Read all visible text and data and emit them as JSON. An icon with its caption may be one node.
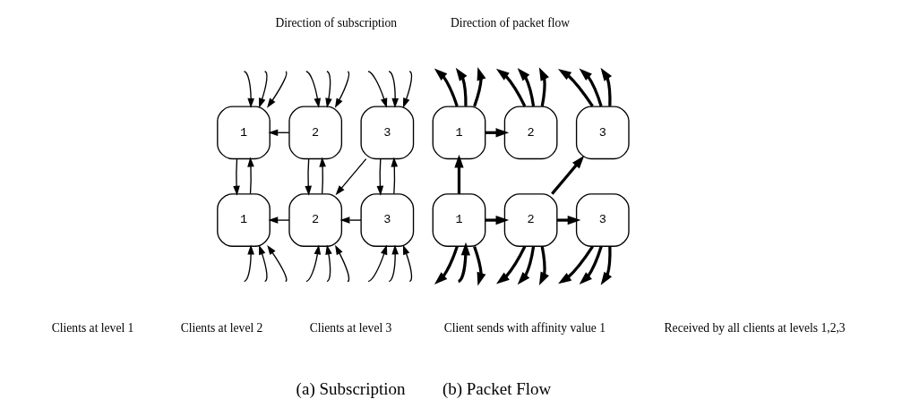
{
  "diagram": {
    "nodes": [
      {
        "text": [
          "1"
        ]
      },
      {
        "text": [
          "2"
        ]
      },
      {
        "text": [
          "3"
        ]
      },
      {
        "text": [
          "1"
        ]
      },
      {
        "text": [
          "2"
        ]
      },
      {
        "text": [
          "3"
        ]
      },
      {
        "text": [
          "1"
        ]
      },
      {
        "text": [
          "2"
        ]
      },
      {
        "text": [
          "3"
        ]
      },
      {
        "text": [
          "1"
        ]
      },
      {
        "text": [
          "2"
        ]
      },
      {
        "text": [
          "3"
        ]
      }
    ],
    "edges": [
      {
        "from": null,
        "to": 0,
        "arrow": "to"
      },
      {
        "from": null,
        "to": 0,
        "arrow": "to"
      },
      {
        "from": null,
        "to": 0,
        "arrow": "to"
      },
      {
        "from": null,
        "to": 1,
        "arrow": "to"
      },
      {
        "from": null,
        "to": 1,
        "arrow": "to"
      },
      {
        "from": null,
        "to": 1,
        "arrow": "to"
      },
      {
        "from": null,
        "to": 2,
        "arrow": "to"
      },
      {
        "from": null,
        "to": 2,
        "arrow": "to"
      },
      {
        "from": null,
        "to": 2,
        "arrow": "to"
      },
      {
        "from": 1,
        "to": 0,
        "arrow": "to"
      },
      {
        "from": 3,
        "to": 0,
        "arrow": "to"
      },
      {
        "from": 0,
        "to": 3,
        "arrow": "to"
      },
      {
        "from": 4,
        "to": 1,
        "arrow": "to"
      },
      {
        "from": 1,
        "to": 4,
        "arrow": "to"
      },
      {
        "from": 2,
        "to": 4,
        "arrow": "to"
      },
      {
        "from": 5,
        "to": 2,
        "arrow": "to"
      },
      {
        "from": 2,
        "to": 5,
        "arrow": "to"
      },
      {
        "from": 4,
        "to": 3,
        "arrow": "to"
      },
      {
        "from": 5,
        "to": 4,
        "arrow": "to"
      },
      {
        "from": null,
        "to": 3,
        "arrow": "to"
      },
      {
        "from": null,
        "to": 3,
        "arrow": "to"
      },
      {
        "from": null,
        "to": 3,
        "arrow": "to"
      },
      {
        "from": null,
        "to": 4,
        "arrow": "to"
      },
      {
        "from": null,
        "to": 4,
        "arrow": "to"
      },
      {
        "from": null,
        "to": 4,
        "arrow": "to"
      },
      {
        "from": null,
        "to": 5,
        "arrow": "to"
      },
      {
        "from": null,
        "to": 5,
        "arrow": "to"
      },
      {
        "from": null,
        "to": 5,
        "arrow": "to"
      },
      {
        "from": 6,
        "to": null,
        "arrow": "to",
        "style": "thick"
      },
      {
        "from": 6,
        "to": null,
        "arrow": "to",
        "style": "thick"
      },
      {
        "from": 6,
        "to": null,
        "arrow": "to",
        "style": "thick"
      },
      {
        "from": 7,
        "to": null,
        "arrow": "to",
        "style": "thick"
      },
      {
        "from": 7,
        "to": null,
        "arrow": "to",
        "style": "thick"
      },
      {
        "from": 7,
        "to": null,
        "arrow": "to",
        "style": "thick"
      },
      {
        "from": 8,
        "to": null,
        "arrow": "to",
        "style": "thick"
      },
      {
        "from": 8,
        "to": null,
        "arrow": "to",
        "style": "thick"
      },
      {
        "from": 8,
        "to": null,
        "arrow": "to",
        "style": "thick"
      },
      {
        "from": 6,
        "to": 7,
        "arrow": "to",
        "style": "thick"
      },
      {
        "from": 9,
        "to": 6,
        "arrow": "to",
        "style": "thick"
      },
      {
        "from": 9,
        "to": 10,
        "arrow": "to",
        "style": "thick"
      },
      {
        "from": 10,
        "to": 8,
        "arrow": "to",
        "style": "thick"
      },
      {
        "from": 10,
        "to": 11,
        "arrow": "to",
        "style": "thick"
      },
      {
        "from": 9,
        "to": null,
        "arrow": "to",
        "style": "thick"
      },
      {
        "from": null,
        "to": 9,
        "arrow": "to",
        "style": "thick"
      },
      {
        "from": 9,
        "to": null,
        "arrow": "to",
        "style": "thick"
      },
      {
        "from": 10,
        "to": null,
        "arrow": "to",
        "style": "thick"
      },
      {
        "from": 10,
        "to": null,
        "arrow": "to",
        "style": "thick"
      },
      {
        "from": 10,
        "to": null,
        "arrow": "to",
        "style": "thick"
      },
      {
        "from": 11,
        "to": null,
        "arrow": "to",
        "style": "thick"
      },
      {
        "from": 11,
        "to": null,
        "arrow": "to",
        "style": "thick"
      },
      {
        "from": 11,
        "to": null,
        "arrow": "to",
        "style": "thick"
      }
    ],
    "labels": [
      "Direction of subscription",
      "Direction of packet flow",
      "Clients at level 1",
      "Clients at level 2",
      "Clients at level 3",
      "Client sends with affinity value 1",
      "Received by all clients at levels 1,2,3",
      "(a) Subscription",
      "(b) Packet Flow"
    ]
  }
}
